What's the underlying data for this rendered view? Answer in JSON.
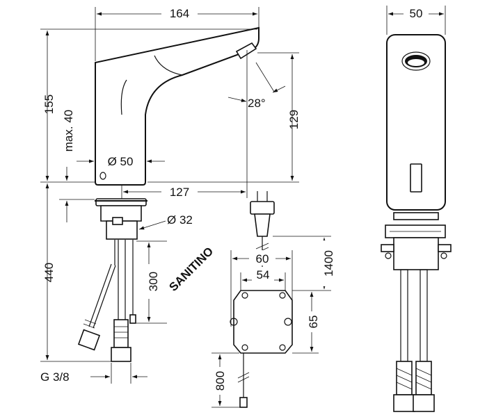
{
  "dimensions": {
    "top_width": "164",
    "side_width": "50",
    "total_height": "155",
    "max_thickness": "max. 40",
    "base_diameter": "Ø 50",
    "spout_projection": "127",
    "spout_angle": "28°",
    "spout_height": "129",
    "hose_diameter": "Ø 32",
    "installation_depth": "440",
    "hose_length": "300",
    "connection_thread": "G 3/8",
    "box_outer_width": "60",
    "box_inner_width": "54",
    "box_height": "65",
    "mains_cable_length": "1400",
    "sensor_cable_length": "800"
  },
  "watermark": "SANITINO",
  "colors": {
    "line": "#111111",
    "background": "#ffffff",
    "watermark": "#e9e9e9"
  }
}
